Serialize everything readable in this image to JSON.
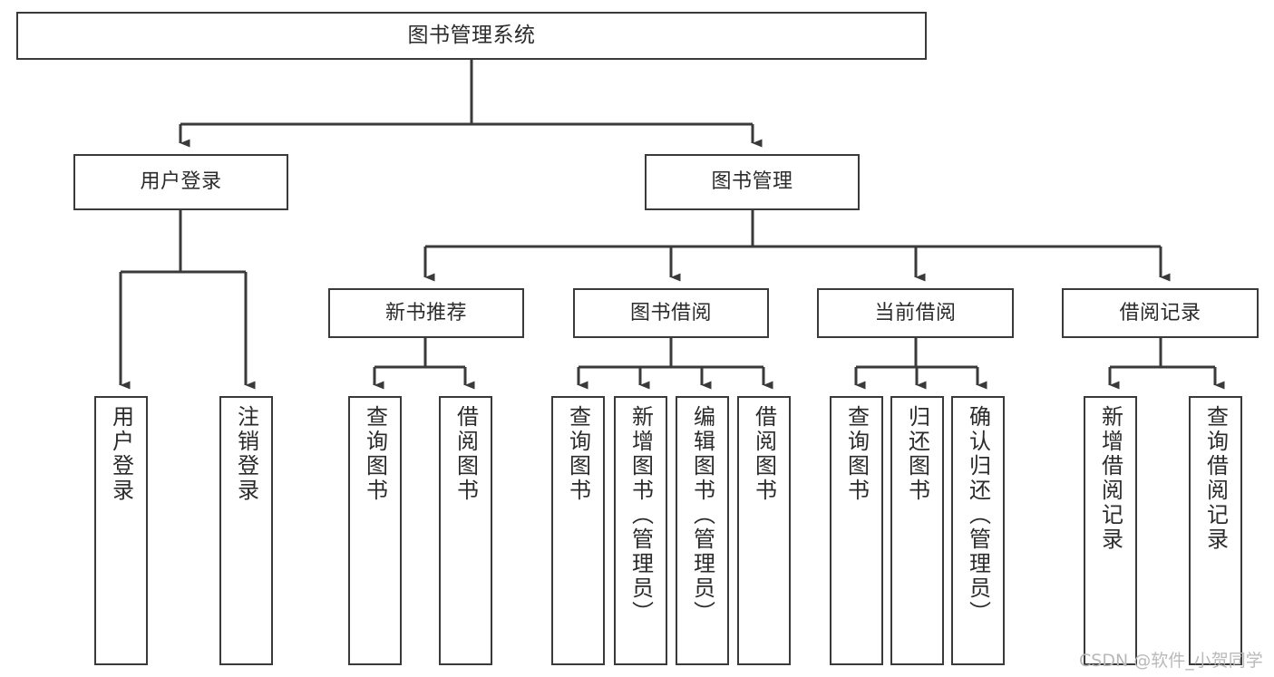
{
  "diagram": {
    "title": "图书管理系统",
    "type": "tree-hierarchy-chart",
    "colors": {
      "stroke": "#3a3a3a",
      "fill": "#ffffff",
      "text": "#2b2b2b",
      "watermark": "#b9b9b9"
    },
    "root": {
      "id": "root",
      "label": "图书管理系统"
    },
    "level2": [
      {
        "id": "user-login",
        "label": "用户登录"
      },
      {
        "id": "book-management",
        "label": "图书管理"
      }
    ],
    "level3": [
      {
        "id": "new-book-recommend",
        "label": "新书推荐"
      },
      {
        "id": "book-borrow",
        "label": "图书借阅"
      },
      {
        "id": "current-borrow",
        "label": "当前借阅"
      },
      {
        "id": "borrow-record",
        "label": "借阅记录"
      }
    ],
    "leaves": [
      {
        "id": "leaf-user-login",
        "label": "用户登录",
        "parent": "user-login"
      },
      {
        "id": "leaf-logout-login",
        "label": "注销登录",
        "parent": "user-login"
      },
      {
        "id": "leaf-query-book-1",
        "label": "查询图书",
        "parent": "new-book-recommend"
      },
      {
        "id": "leaf-borrow-book-1",
        "label": "借阅图书",
        "parent": "new-book-recommend"
      },
      {
        "id": "leaf-query-book-2",
        "label": "查询图书",
        "parent": "book-borrow"
      },
      {
        "id": "leaf-add-book",
        "label": "新增图书（管理员）",
        "parent": "book-borrow"
      },
      {
        "id": "leaf-edit-book",
        "label": "编辑图书（管理员）",
        "parent": "book-borrow"
      },
      {
        "id": "leaf-borrow-book-2",
        "label": "借阅图书",
        "parent": "book-borrow"
      },
      {
        "id": "leaf-query-book-3",
        "label": "查询图书",
        "parent": "current-borrow"
      },
      {
        "id": "leaf-return-book",
        "label": "归还图书",
        "parent": "current-borrow"
      },
      {
        "id": "leaf-confirm-return",
        "label": "确认归还（管理员）",
        "parent": "current-borrow"
      },
      {
        "id": "leaf-add-record",
        "label": "新增借阅记录",
        "parent": "borrow-record"
      },
      {
        "id": "leaf-query-record",
        "label": "查询借阅记录",
        "parent": "borrow-record"
      }
    ],
    "watermark": "CSDN @软件_小贺同学"
  }
}
